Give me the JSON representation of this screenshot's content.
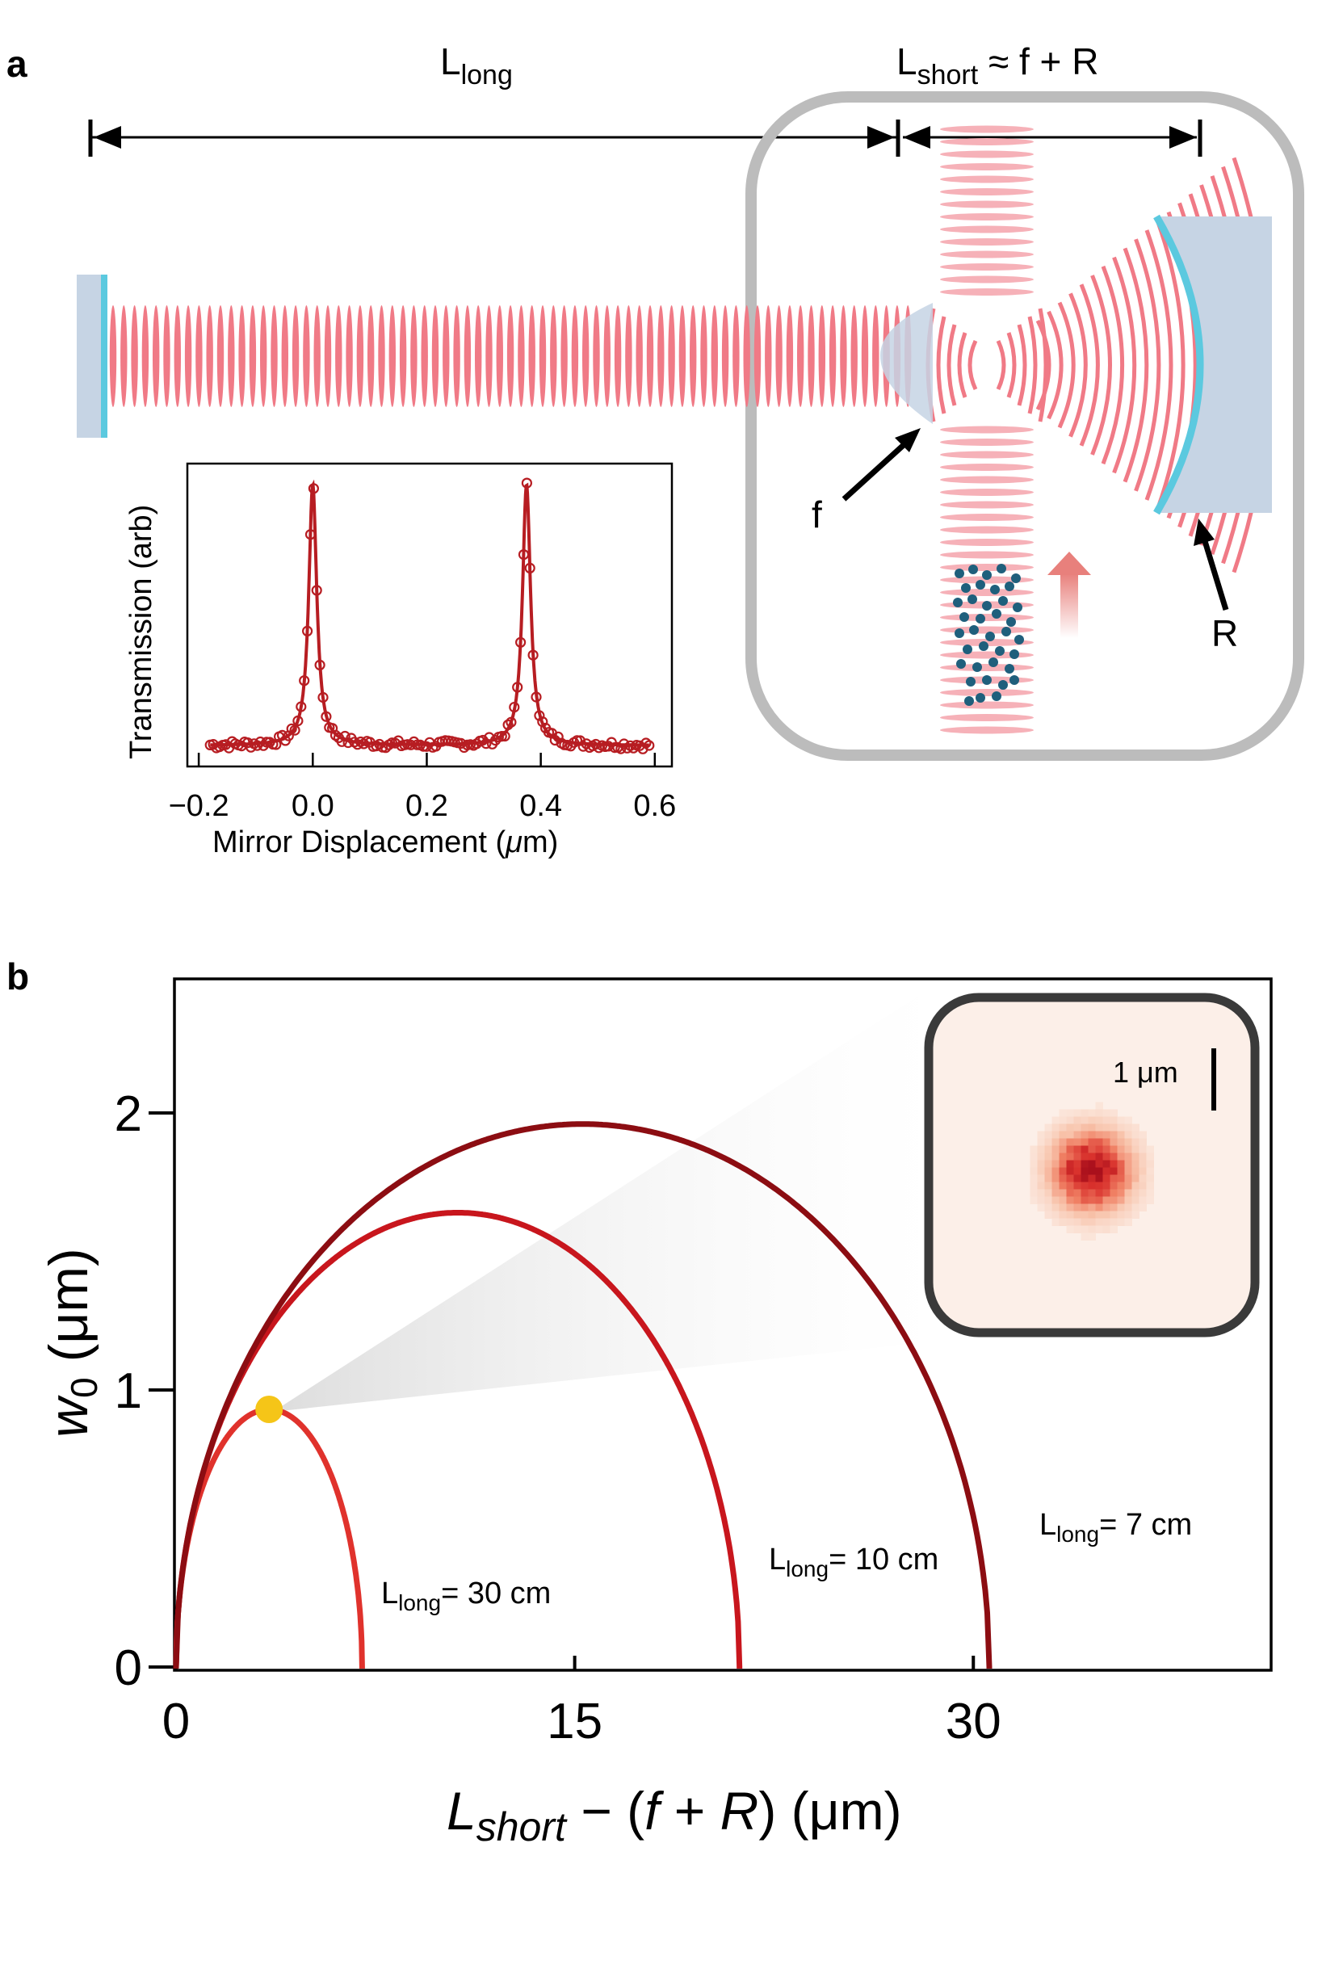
{
  "panel_a": {
    "label": "a",
    "l_long": {
      "main": "L",
      "sub": "long"
    },
    "l_short": {
      "main": "L",
      "sub": "short",
      "rest": " ≈ f + R"
    },
    "f_label": "f",
    "r_label": "R",
    "colors": {
      "beam": "#f07a86",
      "beam_light": "#f6b1b8",
      "mirror_face": "#5bc9df",
      "mirror_body": "#c6d4e4",
      "enclosure": "#bcbcbc",
      "atoms": "#1f5f7c",
      "arrow": "#e8807c"
    },
    "inset": {
      "ylabel": "Transmission (arb)",
      "xlabel_pre": "Mirror Displacement (",
      "xlabel_mu": "μ",
      "xlabel_post": "m)",
      "ticks": [
        "−0.2",
        "0.0",
        "0.2",
        "0.4",
        "0.6"
      ]
    }
  },
  "panel_b": {
    "label": "b",
    "ylabel_var": "w",
    "ylabel_sub": "0",
    "ylabel_unit": " (μm)",
    "xlabel": "L_short − (f + R) (μm)",
    "xlabel_parts": {
      "L": "L",
      "short": "short",
      "mid": " − (",
      "f": "f",
      "plus": " + ",
      "R": "R",
      "end": ") (μm)"
    },
    "scale_bar": "1 μm",
    "curve_labels": [
      {
        "main": "L",
        "sub": "long",
        "rest": "= 30 cm"
      },
      {
        "main": "L",
        "sub": "long",
        "rest": "= 10 cm"
      },
      {
        "main": "L",
        "sub": "long",
        "rest": "= 7 cm"
      }
    ]
  },
  "chart_data": {
    "type": "line",
    "xlim": [
      0,
      40
    ],
    "ylim": [
      0,
      2.5
    ],
    "x_ticks": [
      "0",
      "15",
      "30"
    ],
    "y_ticks": [
      "0",
      "1",
      "2"
    ],
    "grid": false,
    "series": [
      {
        "name": "L_long = 30 cm",
        "color": "#e0322c",
        "x_max": 7.0,
        "y_peak": 0.93,
        "x_peak": 3.5
      },
      {
        "name": "L_long = 10 cm",
        "color": "#c8161d",
        "x_max": 21.2,
        "y_peak": 1.64,
        "x_peak": 10.6
      },
      {
        "name": "L_long = 7 cm",
        "color": "#8c0d12",
        "x_max": 30.6,
        "y_peak": 1.96,
        "x_peak": 15.3
      }
    ],
    "highlight_point": {
      "x": 3.5,
      "y": 0.93,
      "color": "#f5c518"
    }
  }
}
